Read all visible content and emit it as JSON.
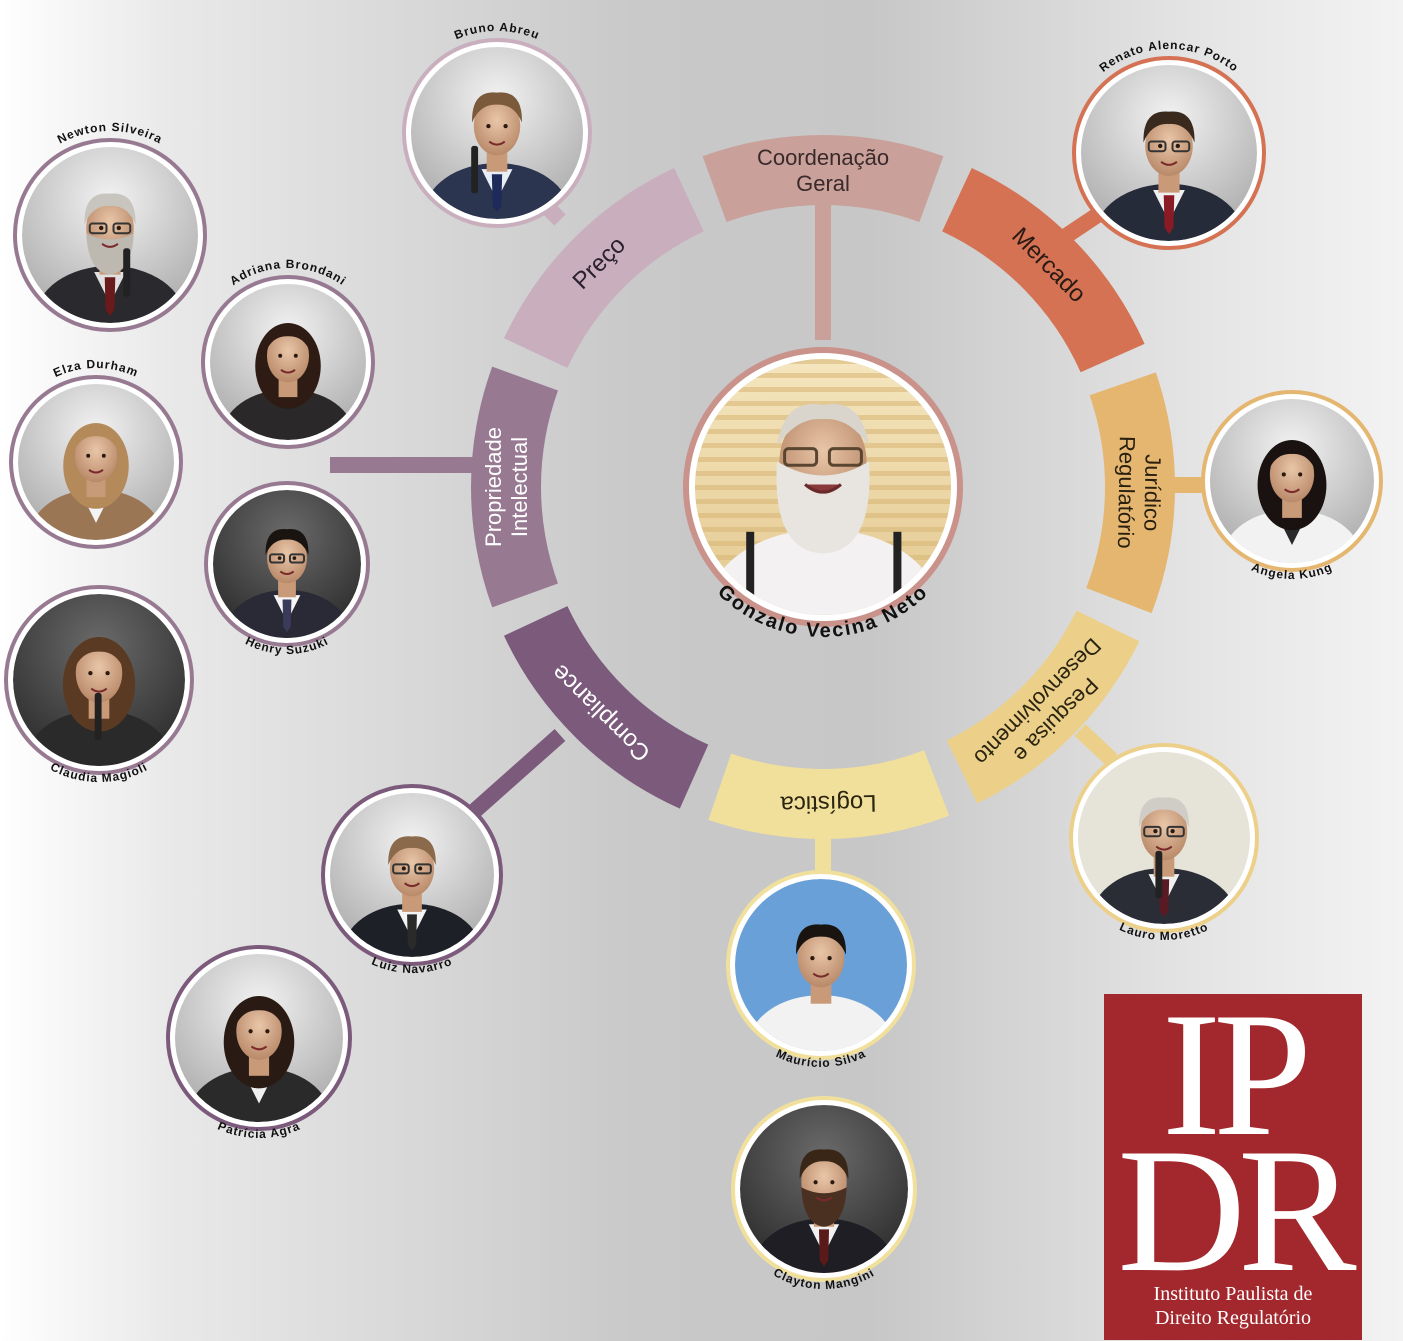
{
  "center": {
    "name": "Gonzalo Vecina Neto",
    "photo": "bearded-man-portrait",
    "border_color": "#c9928b"
  },
  "segments": [
    {
      "id": "coordenacao",
      "lines": [
        "Coordenação",
        "Geral"
      ],
      "color": "#c9a09a",
      "text_color": "#3a2a2a"
    },
    {
      "id": "mercado",
      "lines": [
        "Mercado"
      ],
      "color": "#d47253",
      "text_color": "#2a1a14"
    },
    {
      "id": "juridico",
      "lines": [
        "Jurídico",
        "Regulatório"
      ],
      "color": "#e5b670",
      "text_color": "#2a2010"
    },
    {
      "id": "pesquisa",
      "lines": [
        "Pesquisa e",
        "Desenvolvimento"
      ],
      "color": "#ecd08a",
      "text_color": "#2a2410"
    },
    {
      "id": "logistica",
      "lines": [
        "Logística"
      ],
      "color": "#f1e09c",
      "text_color": "#2a2410"
    },
    {
      "id": "compliance",
      "lines": [
        "Compliance"
      ],
      "color": "#7b5a7b",
      "text_color": "#ffffff"
    },
    {
      "id": "propriedade",
      "lines": [
        "Propriedade",
        "Intelectual"
      ],
      "color": "#977a92",
      "text_color": "#ffffff"
    },
    {
      "id": "preco",
      "lines": [
        "Preço"
      ],
      "color": "#c9afbd",
      "text_color": "#2a2030"
    }
  ],
  "people": [
    {
      "name": "Bruno Abreu",
      "photo": "man-speaking-microphone",
      "color": "#c9afbd"
    },
    {
      "name": "Renato Alencar Porto",
      "photo": "man-with-glasses-suit",
      "color": "#d47253"
    },
    {
      "name": "Newton Silveira",
      "photo": "gray-haired-man-microphone",
      "color": "#977a92"
    },
    {
      "name": "Adriana Brondani",
      "photo": "dark-haired-woman-portrait",
      "color": "#977a92"
    },
    {
      "name": "Elza Durham",
      "photo": "woman-leopard-jacket",
      "color": "#977a92"
    },
    {
      "name": "Henry Suzuki",
      "photo": "man-with-glasses-portrait",
      "color": "#977a92"
    },
    {
      "name": "Angela Kung",
      "photo": "woman-white-blazer",
      "color": "#e5b670"
    },
    {
      "name": "Claudia Magioli",
      "photo": "woman-speaking-microphone",
      "color": "#977a92"
    },
    {
      "name": "Lauro Moretto",
      "photo": "older-man-speaking",
      "color": "#ecd08a"
    },
    {
      "name": "Luiz Navarro",
      "photo": "man-glasses-tie",
      "color": "#7b5a7b"
    },
    {
      "name": "Maurício Silva",
      "photo": "smiling-man-portrait",
      "color": "#f1e09c"
    },
    {
      "name": "Patrícia Agra",
      "photo": "woman-necklace-portrait",
      "color": "#7b5a7b"
    },
    {
      "name": "Clayton Mangini",
      "photo": "young-man-beard-portrait",
      "color": "#f1e09c"
    }
  ],
  "logo": {
    "letters_top": "IP",
    "letters_bottom": "DR",
    "caption_line1": "Instituto Paulista de",
    "caption_line2": "Direito Regulatório",
    "background": "#a3282d"
  }
}
